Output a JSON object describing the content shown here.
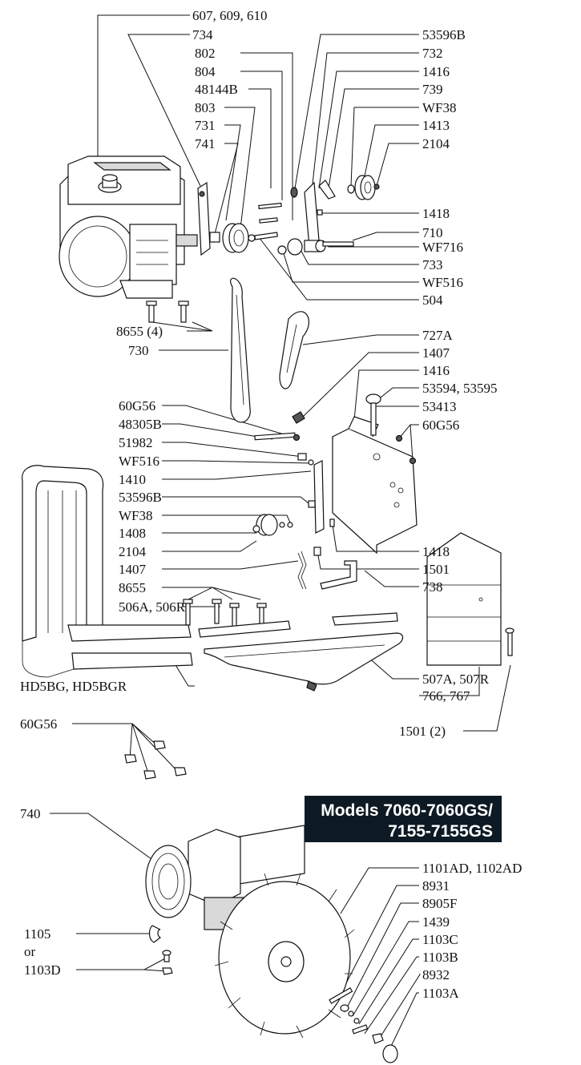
{
  "banner": {
    "line1": "Models 7060-7060GS/",
    "line2": "7155-7155GS"
  },
  "labels": [
    {
      "id": "l01",
      "text": "607, 609, 610"
    },
    {
      "id": "l02",
      "text": "734"
    },
    {
      "id": "l03",
      "text": "802"
    },
    {
      "id": "l04",
      "text": "804"
    },
    {
      "id": "l05",
      "text": "48144B"
    },
    {
      "id": "l06",
      "text": "803"
    },
    {
      "id": "l07",
      "text": "731"
    },
    {
      "id": "l08",
      "text": "741"
    },
    {
      "id": "l09",
      "text": "53596B"
    },
    {
      "id": "l10",
      "text": "732"
    },
    {
      "id": "l11",
      "text": "1416"
    },
    {
      "id": "l12",
      "text": "739"
    },
    {
      "id": "l13",
      "text": "WF38"
    },
    {
      "id": "l14",
      "text": "1413"
    },
    {
      "id": "l15",
      "text": "2104"
    },
    {
      "id": "l16",
      "text": "1418"
    },
    {
      "id": "l17",
      "text": "710"
    },
    {
      "id": "l18",
      "text": "WF716"
    },
    {
      "id": "l19",
      "text": "733"
    },
    {
      "id": "l20",
      "text": "WF516"
    },
    {
      "id": "l21",
      "text": "504"
    },
    {
      "id": "l22",
      "text": "727A"
    },
    {
      "id": "l23",
      "text": "1407"
    },
    {
      "id": "l24",
      "text": "1416"
    },
    {
      "id": "l25",
      "text": "53594, 53595"
    },
    {
      "id": "l26",
      "text": "53413"
    },
    {
      "id": "l27",
      "text": "60G56"
    },
    {
      "id": "l28",
      "text": "8655 (4)"
    },
    {
      "id": "l29",
      "text": "730"
    },
    {
      "id": "l30",
      "text": "60G56"
    },
    {
      "id": "l31",
      "text": "48305B"
    },
    {
      "id": "l32",
      "text": "51982"
    },
    {
      "id": "l33",
      "text": "WF516"
    },
    {
      "id": "l34",
      "text": "1410"
    },
    {
      "id": "l35",
      "text": "53596B"
    },
    {
      "id": "l36",
      "text": "WF38"
    },
    {
      "id": "l37",
      "text": "1408"
    },
    {
      "id": "l38",
      "text": "2104"
    },
    {
      "id": "l39",
      "text": "1407"
    },
    {
      "id": "l40",
      "text": "8655"
    },
    {
      "id": "l41",
      "text": "506A, 506R"
    },
    {
      "id": "l42",
      "text": "1418"
    },
    {
      "id": "l43",
      "text": "1501"
    },
    {
      "id": "l44",
      "text": "738"
    },
    {
      "id": "l45",
      "text": "HD5BG, HD5BGR"
    },
    {
      "id": "l46",
      "text": "507A, 507R"
    },
    {
      "id": "l47",
      "text": "766, 767"
    },
    {
      "id": "l48",
      "text": "1501 (2)"
    },
    {
      "id": "l49",
      "text": "60G56"
    },
    {
      "id": "l50",
      "text": "740"
    },
    {
      "id": "l51",
      "text": "1101AD, 1102AD"
    },
    {
      "id": "l52",
      "text": "8931"
    },
    {
      "id": "l53",
      "text": "8905F"
    },
    {
      "id": "l54",
      "text": "1439"
    },
    {
      "id": "l55",
      "text": "1103C"
    },
    {
      "id": "l56",
      "text": "1103B"
    },
    {
      "id": "l57",
      "text": "8932"
    },
    {
      "id": "l58",
      "text": "1103A"
    },
    {
      "id": "l59",
      "text": "1105"
    },
    {
      "id": "l60",
      "text": "or"
    },
    {
      "id": "l61",
      "text": "1103D"
    }
  ]
}
